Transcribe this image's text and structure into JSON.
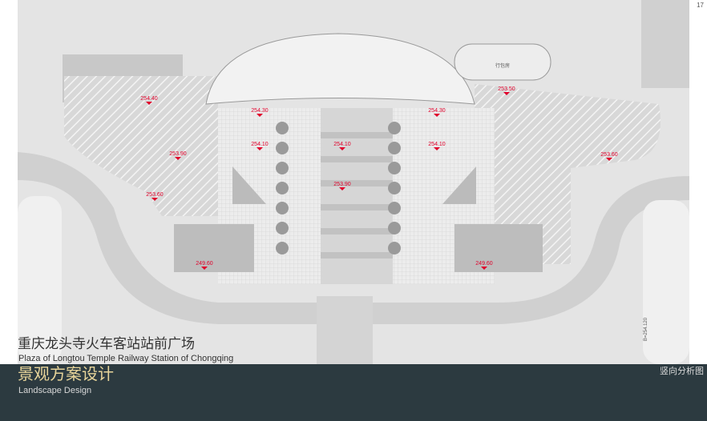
{
  "page_number": "17",
  "title_cn": "重庆龙头寺火车客站站前广场",
  "title_en": "Plaza of Longtou Temple Railway Station of Chongqing",
  "subtitle_cn": "景观方案设计",
  "subtitle_en": "Landscape Design",
  "sheet_name": "竖向分析图",
  "building_label": "行包房",
  "road_label": "B=254.120",
  "elevations": [
    "254.40",
    "254.30",
    "254.30",
    "254.10",
    "254.10",
    "254.10",
    "253.90",
    "253.60",
    "253.90",
    "249.60",
    "249.60",
    "253.50",
    "253.60"
  ],
  "colors": {
    "elevation": "#e0002a",
    "band": "#2c3a40",
    "title_gold": "#e8d59a"
  }
}
